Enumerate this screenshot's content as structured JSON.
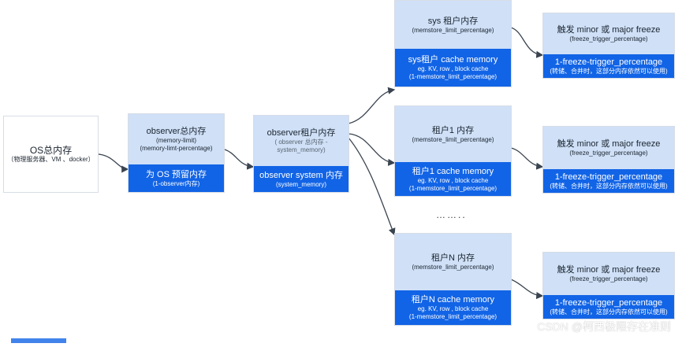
{
  "os": {
    "title": "OS总内存",
    "sub": "（物理服务器、VM 、docker）"
  },
  "observer": {
    "title": "observer总内存",
    "sub1": "(memory-limit)",
    "sub2": "(memory-limt-percentage)",
    "reserve": "为 OS 预留内存",
    "reserve_sub": "(1-observer内存)"
  },
  "tenant_mem": {
    "title": "observer租户内存",
    "sub1": "( observer 总内存 -",
    "sub2": "system_memory)",
    "system": "observer system 内存",
    "system_sub": "(system_memory)"
  },
  "sys_tenant": {
    "title": "sys 租户内存",
    "sub": "(memstore_limit_percentage)",
    "cache": "sys租户 cache memory",
    "cache_sub1": "eg. KV, row , block cache",
    "cache_sub2": "(1-memstore_limit_percentage)"
  },
  "tenant1": {
    "title": "租户1 内存",
    "sub": "(memstore_limit_percentage)",
    "cache": "租户1  cache memory",
    "cache_sub1": "eg. KV, row , block cache",
    "cache_sub2": "(1-memstore_limit_percentage)"
  },
  "tenantN": {
    "title": "租户N 内存",
    "sub": "(memstore_limit_percentage)",
    "cache": "租户N  cache memory",
    "cache_sub1": "eg. KV, row , block cache",
    "cache_sub2": "(1-memstore_limit_percentage)"
  },
  "freeze": {
    "title": "触发 minor 或 major freeze",
    "sub": "(freeze_trigger_percentage)",
    "bottom": "1-freeze-trigger_percentage",
    "bottom_sub": "(转储、合并时，这部分内存依然可以使用)"
  },
  "dots": "……..",
  "watermark": "CSDN @柯西极限存在准则",
  "colors": {
    "light": "#cfe0f7",
    "blue": "#1264e6"
  }
}
